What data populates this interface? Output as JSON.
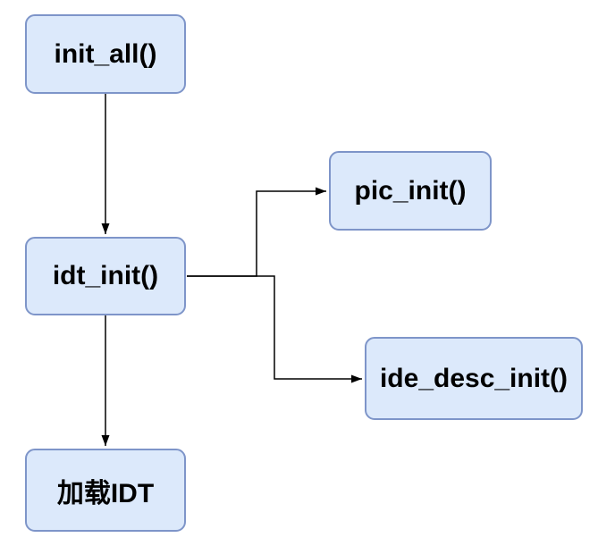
{
  "diagram": {
    "nodes": [
      {
        "id": "init_all",
        "label": "init_all()"
      },
      {
        "id": "idt_init",
        "label": "idt_init()"
      },
      {
        "id": "pic_init",
        "label": "pic_init()"
      },
      {
        "id": "ide_desc_init",
        "label": "ide_desc_init()"
      },
      {
        "id": "load_idt",
        "label": "加载IDT"
      }
    ],
    "edges": [
      {
        "from": "init_all",
        "to": "idt_init"
      },
      {
        "from": "idt_init",
        "to": "pic_init"
      },
      {
        "from": "idt_init",
        "to": "ide_desc_init"
      },
      {
        "from": "idt_init",
        "to": "load_idt"
      }
    ],
    "colors": {
      "node_fill": "#dce9fb",
      "node_border": "#7e95c9",
      "connector": "#000000",
      "text": "#000000",
      "background": "#ffffff"
    }
  }
}
